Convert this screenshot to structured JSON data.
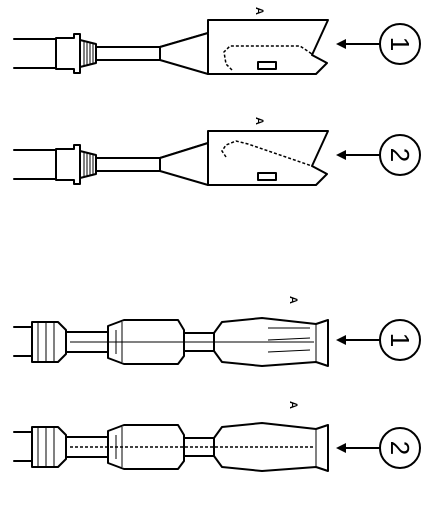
{
  "figures": [
    {
      "part": "flat-terminal",
      "callout": "1",
      "marker": "A"
    },
    {
      "part": "flat-terminal",
      "callout": "2",
      "marker": "A"
    },
    {
      "part": "round-pin-terminal",
      "callout": "1",
      "marker": "A"
    },
    {
      "part": "round-pin-terminal",
      "callout": "2",
      "marker": "A"
    }
  ]
}
